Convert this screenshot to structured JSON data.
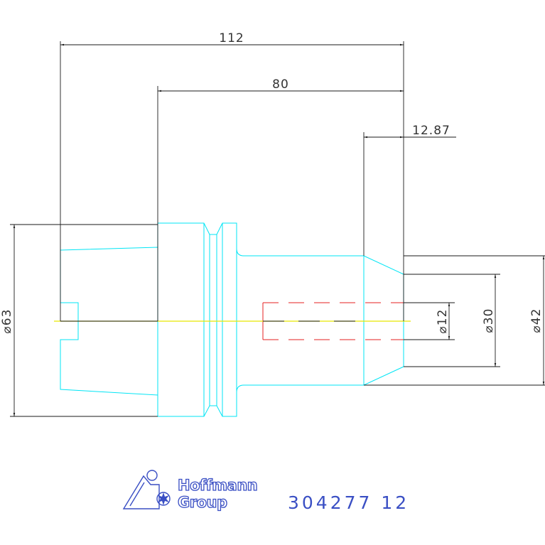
{
  "drawing": {
    "dimensions": {
      "overall_length": "112",
      "shank_length": "80",
      "taper_length": "12.87",
      "dia_63": "⌀63",
      "dia_12": "⌀12",
      "dia_30": "⌀30",
      "dia_42": "⌀42"
    },
    "logo": {
      "line1": "Hoffmann",
      "line2": "Group"
    },
    "part_number": "304277 12",
    "colors": {
      "outline": "#00e5f5",
      "dimension": "#1a1a1a",
      "centerline": "#e8e800",
      "hidden_bore": "#e52222",
      "brand": "#3a4fc4"
    }
  }
}
